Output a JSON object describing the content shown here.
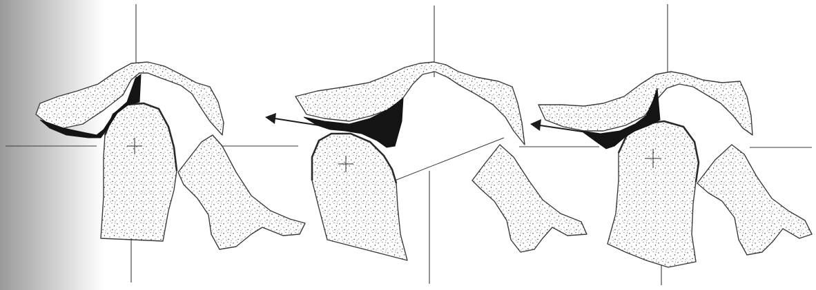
{
  "figure": {
    "panels": [
      {
        "id": "left",
        "state": "closed-mouth",
        "has_arrow": false
      },
      {
        "id": "middle",
        "state": "anterior-displacement",
        "has_arrow": true
      },
      {
        "id": "right",
        "state": "anterior-displacement",
        "has_arrow": true
      }
    ],
    "colors": {
      "bone_outline": "#3a3a3a",
      "disc": "#141414",
      "stipple": "#2e2e2e",
      "background": "#ffffff"
    }
  }
}
